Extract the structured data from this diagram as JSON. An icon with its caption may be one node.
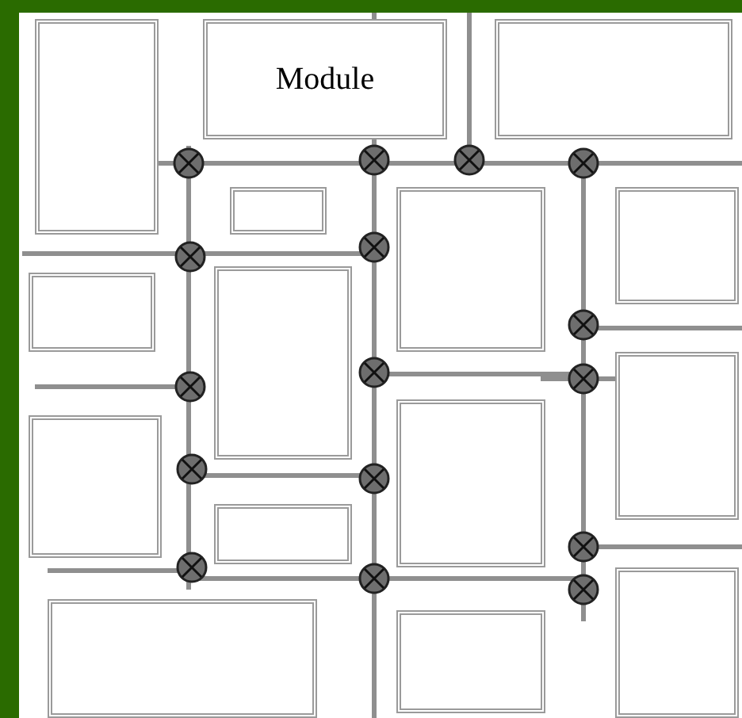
{
  "diagram": {
    "nodes": [
      {
        "text": [],
        "shape": "box"
      },
      {
        "text": [
          "Module"
        ]
      },
      {
        "text": [],
        "shape": "box"
      },
      {
        "text": [],
        "shape": "box"
      },
      {
        "text": [],
        "shape": "box"
      },
      {
        "text": [],
        "shape": "box"
      },
      {
        "text": [],
        "shape": "box"
      },
      {
        "text": [],
        "shape": "box"
      },
      {
        "text": [],
        "shape": "box"
      },
      {
        "text": [],
        "shape": "box"
      },
      {
        "text": [],
        "shape": "box"
      },
      {
        "text": [],
        "shape": "box"
      },
      {
        "text": [],
        "shape": "box"
      },
      {
        "text": [],
        "shape": "box"
      },
      {
        "text": [],
        "shape": "box"
      }
    ]
  }
}
